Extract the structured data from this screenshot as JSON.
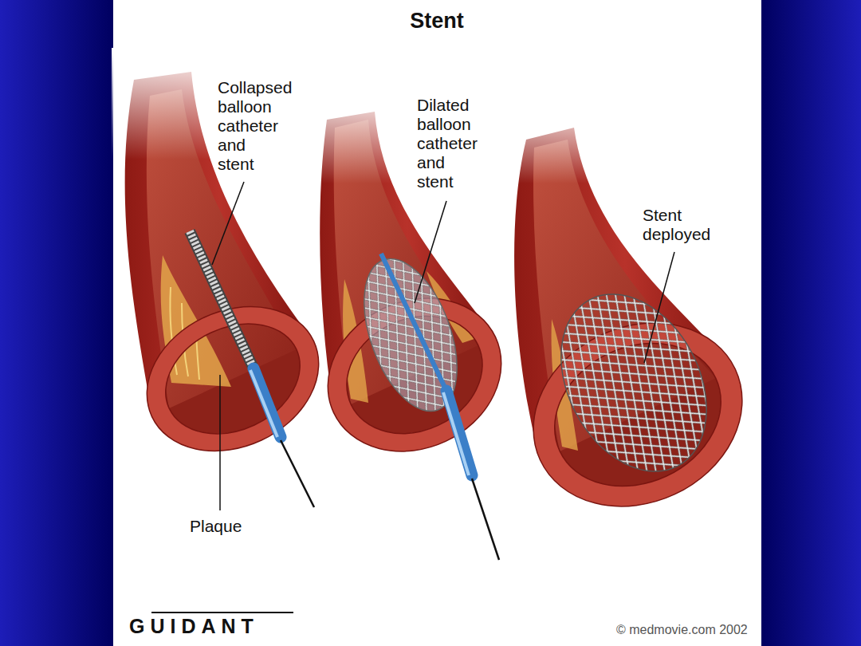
{
  "diagram": {
    "title": "Stent",
    "labels": [
      "Collapsed balloon catheter and stent",
      "Dilated balloon catheter and stent",
      "Stent deployed",
      "Plaque",
      "GUIDANT",
      "© medmovie.com 2002"
    ]
  }
}
